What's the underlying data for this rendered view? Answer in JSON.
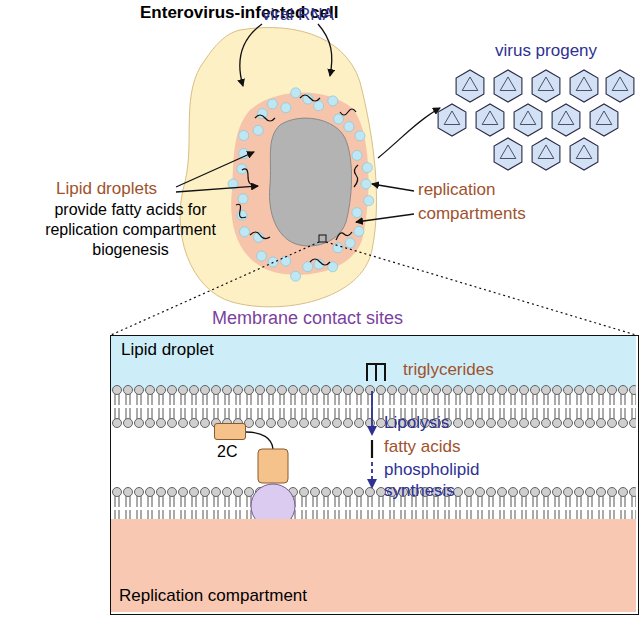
{
  "diagram": {
    "title": "Enterovirus-infected cell",
    "nodes": [
      {
        "text": [
          "Membrane contact sites"
        ]
      },
      {
        "text": [
          "Lipid droplet",
          "triglycerides"
        ],
        "in": 0
      },
      {
        "text": [
          "2C"
        ],
        "in": 0
      },
      {
        "text": [
          "Replication compartment"
        ],
        "in": 0
      }
    ],
    "edges": [
      {
        "from": 1,
        "to": 3,
        "arrow": "to"
      }
    ],
    "labels": [
      "viral RNA",
      "virus progeny",
      "Lipid droplets",
      "provide fatty acids for replication compartment biogenesis",
      "replication compartments",
      "Lipolysis",
      "fatty acids",
      "phospholipid synthesis"
    ]
  }
}
